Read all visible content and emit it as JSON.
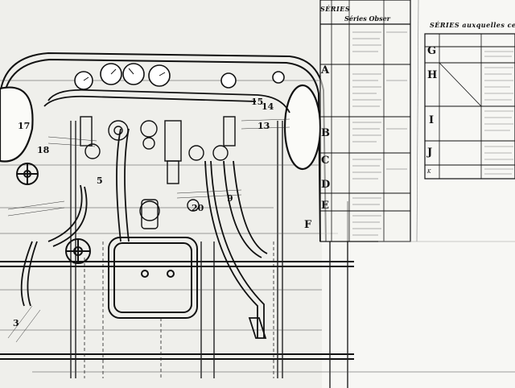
{
  "tables": {
    "left": {
      "title": "SÉRIES",
      "column_header": "Séries Obser",
      "rows": [
        "A",
        "B",
        "C",
        "D",
        "E",
        "F"
      ]
    },
    "right": {
      "title": "SÉRIES auxquelles ce Dessin",
      "rows": [
        "G",
        "H",
        "I",
        "J",
        "K"
      ]
    }
  },
  "callouts": [
    "15",
    "14",
    "13",
    "20",
    "9",
    "5",
    "3",
    "17",
    "18"
  ]
}
